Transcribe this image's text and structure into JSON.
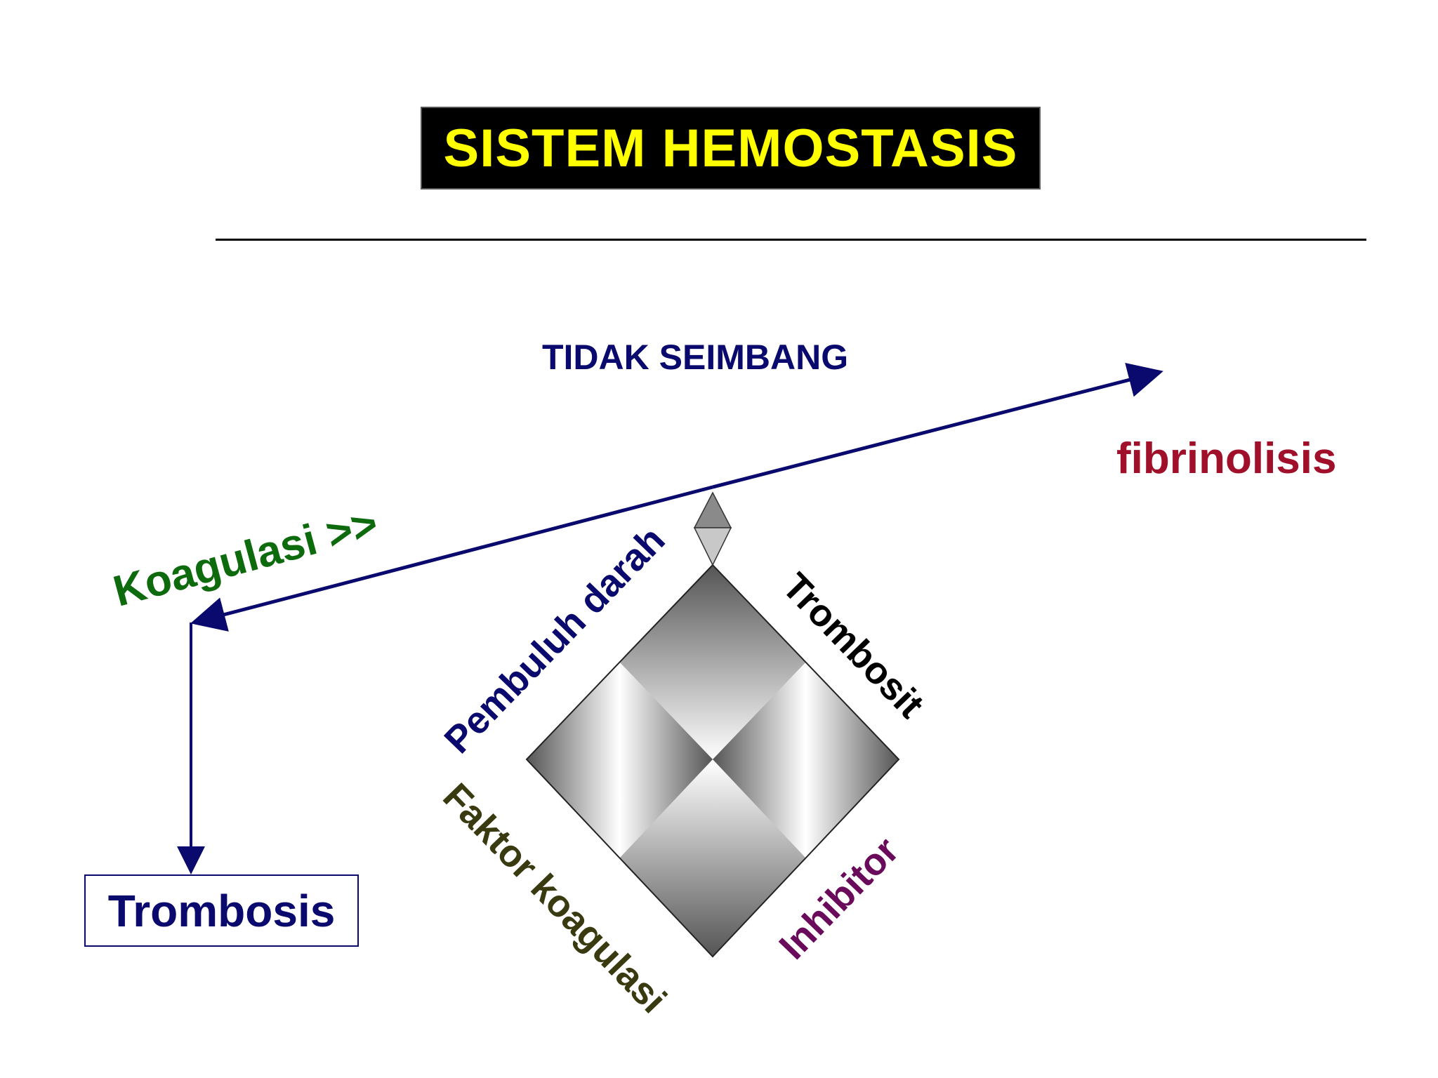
{
  "title": "SISTEM HEMOSTASIS",
  "balance_state": "TIDAK SEIMBANG",
  "lever_left_label": "Koagulasi >>",
  "lever_right_label": "fibrinolisis",
  "outcome": "Trombosis",
  "diamond_sides": {
    "top_left": "Pembuluh darah",
    "top_right": "Trombosit",
    "bottom_left": "Faktor koagulasi",
    "bottom_right": "Inhibitor"
  },
  "colors": {
    "title_bg": "#000000",
    "title_text": "#ffff00",
    "navy": "#0a0a6e",
    "green": "#0d6b0d",
    "crimson": "#a0102a",
    "olive": "#3a3a10",
    "purple": "#6a0a5a",
    "black": "#000000"
  }
}
